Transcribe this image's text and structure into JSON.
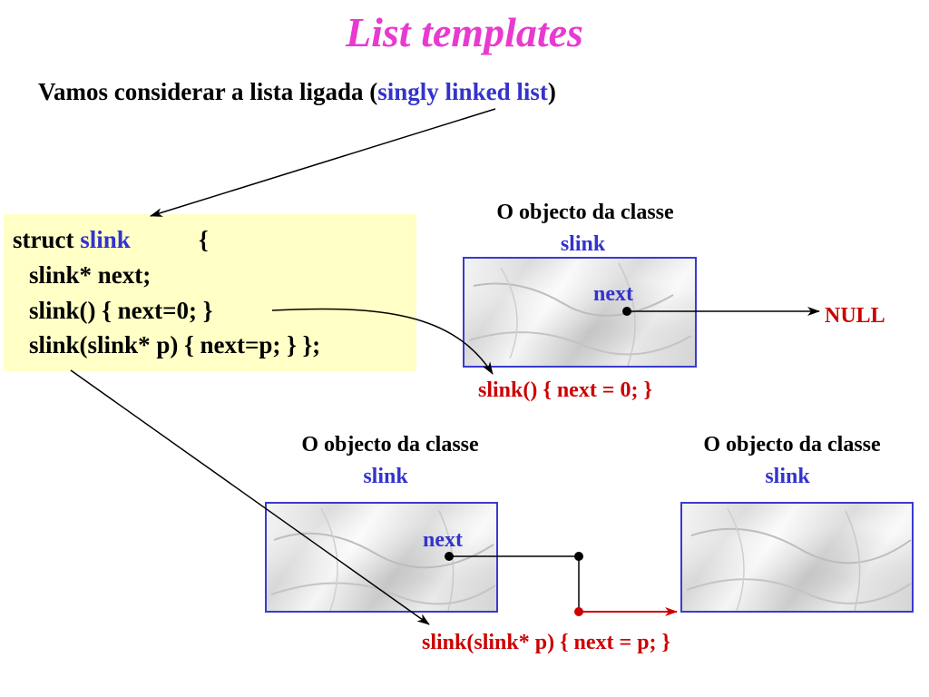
{
  "title": "List templates",
  "subtitle": {
    "prefix": "Vamos considerar a lista ligada (",
    "highlight": "singly linked list",
    "suffix": ")"
  },
  "code": {
    "line1_struct": "struct",
    "line1_name": "slink",
    "line1_brace": "{",
    "line2": "slink* next;",
    "line3": "slink() { next=0; }",
    "line4": "slink(slink* p) { next=p; }   };"
  },
  "objects": {
    "top": {
      "caption": "O objecto da classe",
      "class_name": "slink",
      "field": "next"
    },
    "bottom_left": {
      "caption": "O objecto da classe",
      "class_name": "slink",
      "field": "next"
    },
    "bottom_right": {
      "caption": "O objecto da classe",
      "class_name": "slink"
    }
  },
  "null_label": "NULL",
  "ctor_default_label": "slink() { next = 0; }",
  "ctor_param_label": "slink(slink* p) { next = p; }",
  "colors": {
    "title": "#e83ad0",
    "keyword_blue": "#3333cc",
    "highlight_red": "#cc0000",
    "code_background": "#ffffc6",
    "box_border": "#3a3ad0"
  }
}
